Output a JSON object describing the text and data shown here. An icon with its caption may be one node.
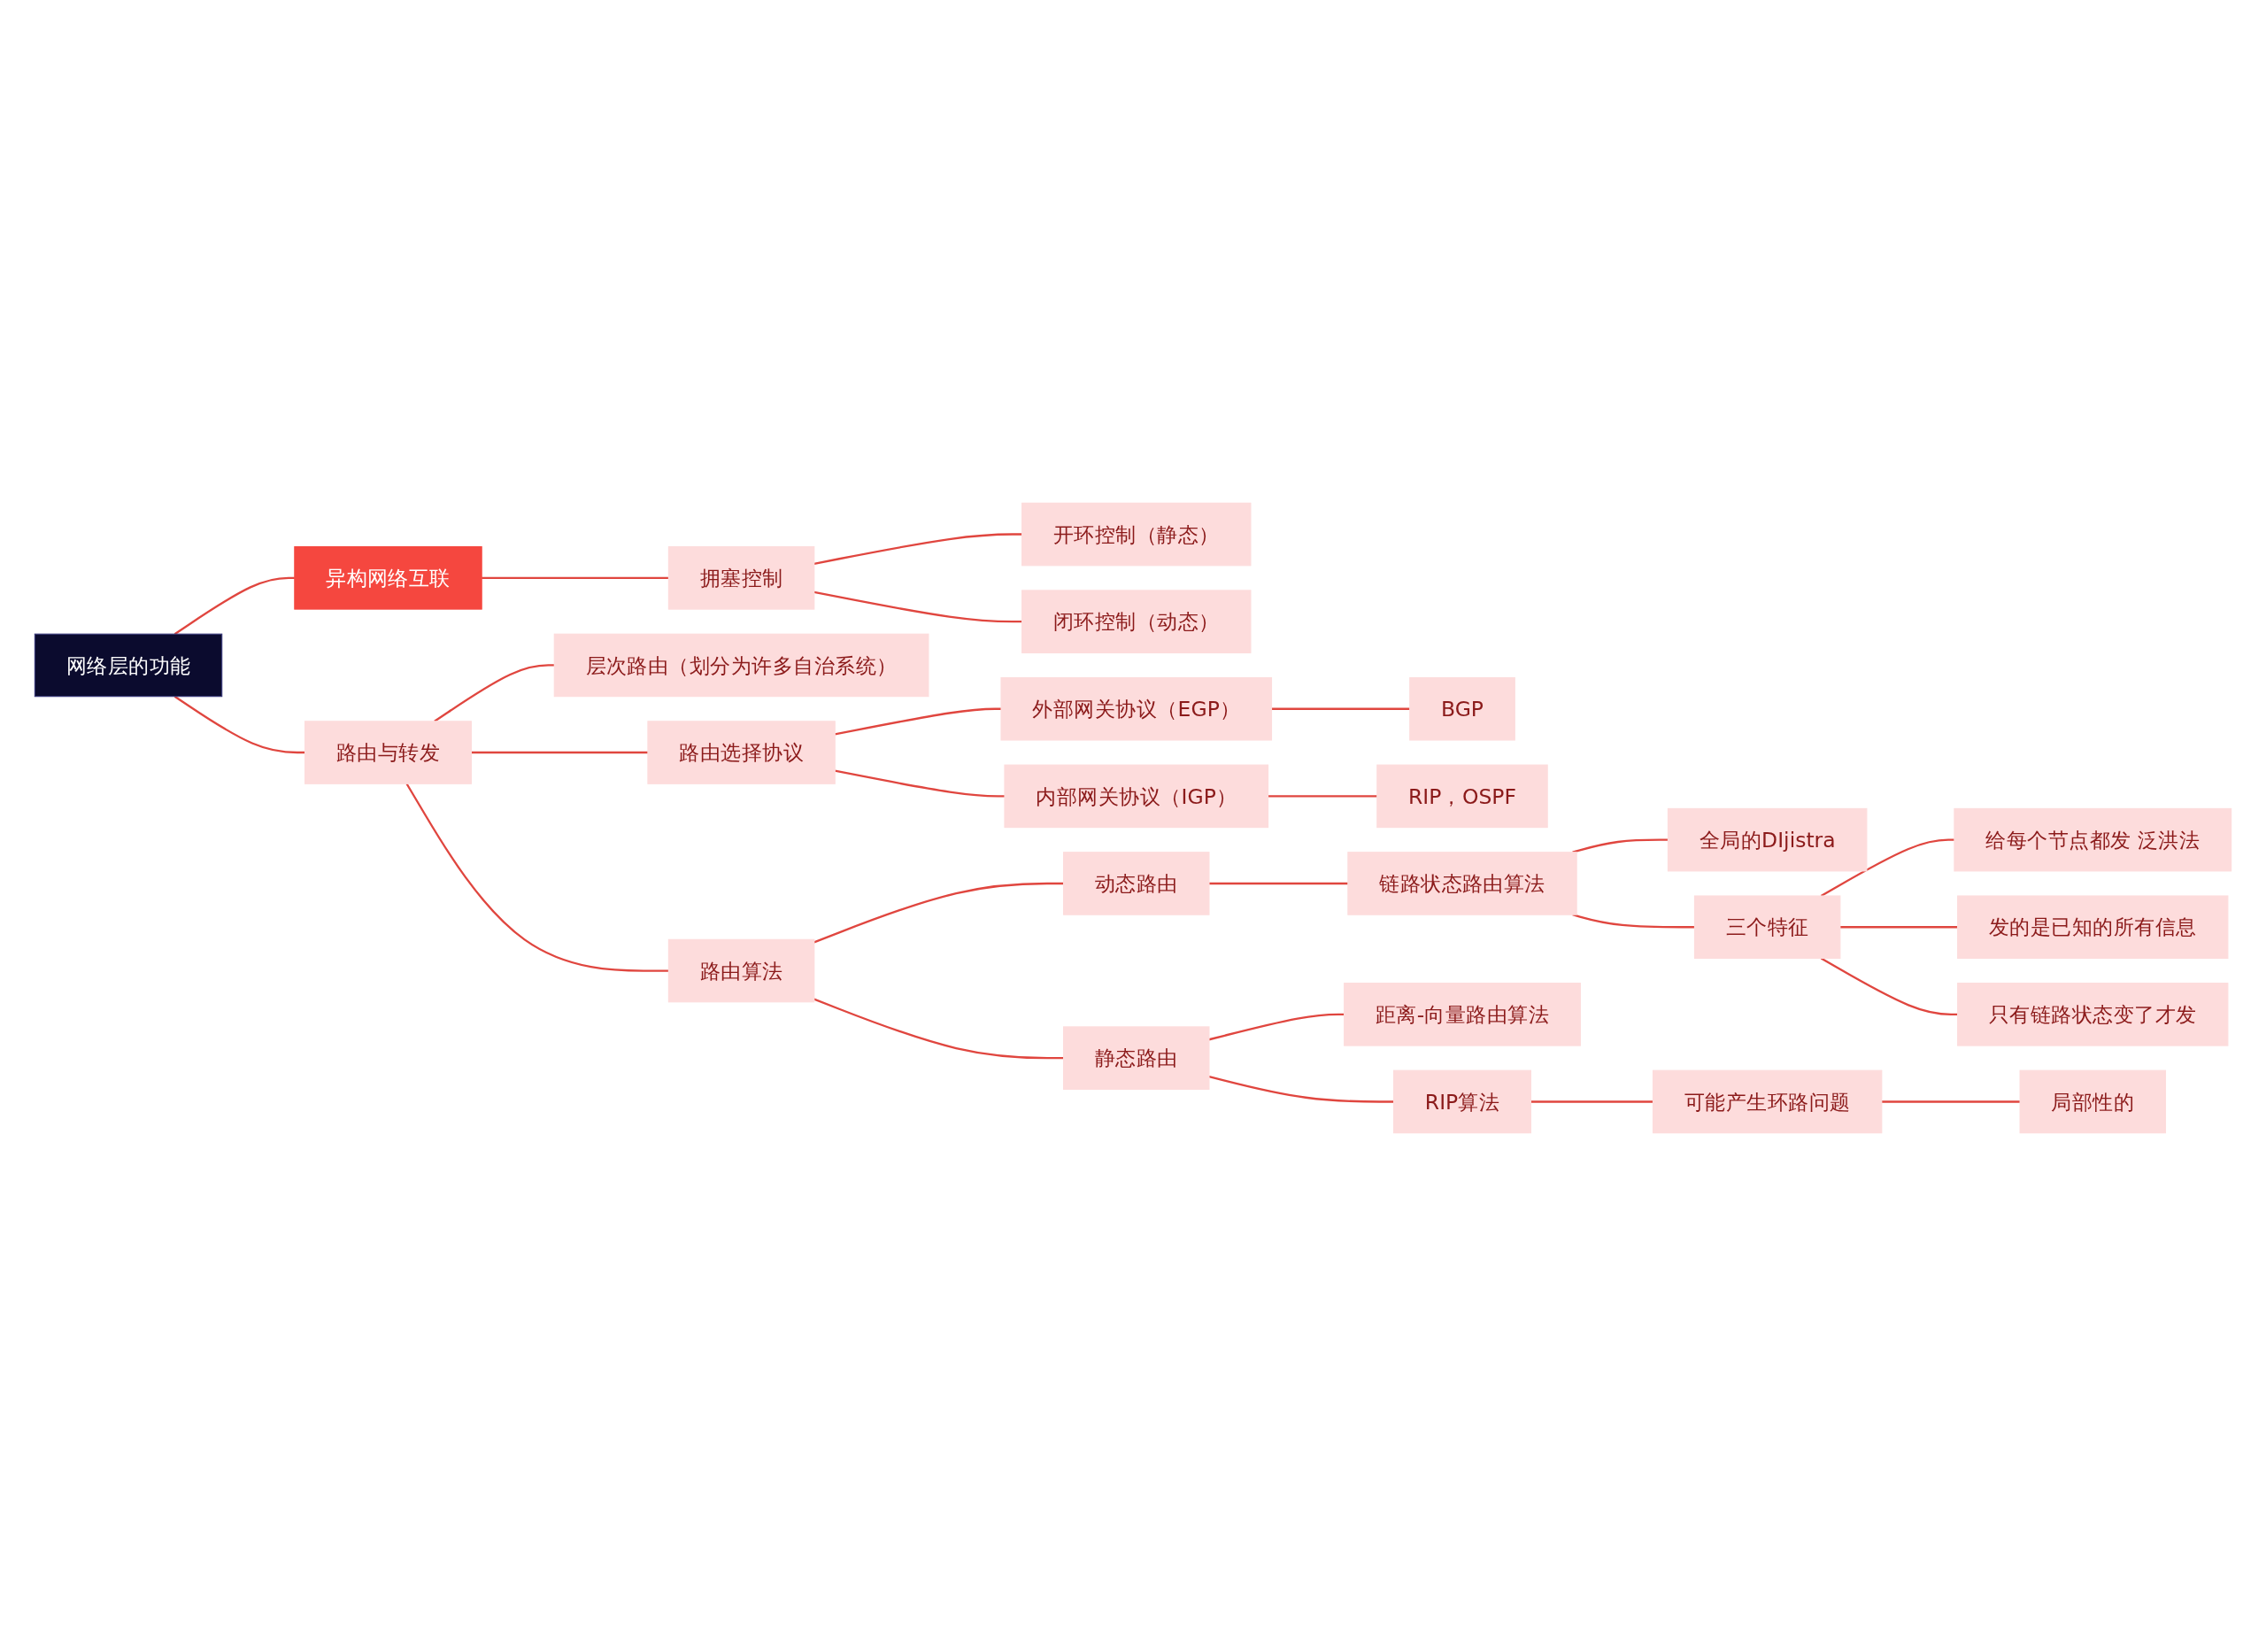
{
  "diagram": {
    "nodes": [
      {
        "text": [
          "网络层的功能"
        ]
      },
      {
        "text": [
          "异构网络互联"
        ]
      },
      {
        "text": [
          "拥塞控制"
        ]
      },
      {
        "text": [
          "开环控制（静态）"
        ]
      },
      {
        "text": [
          "闭环控制（动态）"
        ]
      },
      {
        "text": [
          "路由与转发"
        ]
      },
      {
        "text": [
          "层次路由（划分为许多自治系统）"
        ]
      },
      {
        "text": [
          "路由选择协议"
        ]
      },
      {
        "text": [
          "外部网关协议（EGP）"
        ]
      },
      {
        "text": [
          "BGP"
        ]
      },
      {
        "text": [
          "内部网关协议（IGP）"
        ]
      },
      {
        "text": [
          "RIP，OSPF"
        ]
      },
      {
        "text": [
          "路由算法"
        ]
      },
      {
        "text": [
          "动态路由"
        ]
      },
      {
        "text": [
          "链路状态路由算法"
        ]
      },
      {
        "text": [
          "全局的DIjistra"
        ]
      },
      {
        "text": [
          "三个特征"
        ]
      },
      {
        "text": [
          "给每个节点都发 泛洪法"
        ]
      },
      {
        "text": [
          "发的是已知的所有信息"
        ]
      },
      {
        "text": [
          "只有链路状态变了才发"
        ]
      },
      {
        "text": [
          "静态路由"
        ]
      },
      {
        "text": [
          "距离-向量路由算法"
        ]
      },
      {
        "text": [
          "RIP算法"
        ]
      },
      {
        "text": [
          "可能产生环路问题"
        ]
      },
      {
        "text": [
          "局部性的"
        ]
      }
    ],
    "edges": [
      {
        "from": 0,
        "to": 1,
        "arrow": "none"
      },
      {
        "from": 1,
        "to": 2,
        "arrow": "none"
      },
      {
        "from": 2,
        "to": 3,
        "arrow": "none"
      },
      {
        "from": 2,
        "to": 4,
        "arrow": "none"
      },
      {
        "from": 0,
        "to": 5,
        "arrow": "none"
      },
      {
        "from": 5,
        "to": 6,
        "arrow": "none"
      },
      {
        "from": 5,
        "to": 7,
        "arrow": "none"
      },
      {
        "from": 7,
        "to": 8,
        "arrow": "none"
      },
      {
        "from": 8,
        "to": 9,
        "arrow": "none"
      },
      {
        "from": 7,
        "to": 10,
        "arrow": "none"
      },
      {
        "from": 10,
        "to": 11,
        "arrow": "none"
      },
      {
        "from": 5,
        "to": 12,
        "arrow": "none"
      },
      {
        "from": 12,
        "to": 13,
        "arrow": "none"
      },
      {
        "from": 13,
        "to": 14,
        "arrow": "none"
      },
      {
        "from": 14,
        "to": 15,
        "arrow": "none"
      },
      {
        "from": 14,
        "to": 16,
        "arrow": "none"
      },
      {
        "from": 16,
        "to": 17,
        "arrow": "none"
      },
      {
        "from": 16,
        "to": 18,
        "arrow": "none"
      },
      {
        "from": 16,
        "to": 19,
        "arrow": "none"
      },
      {
        "from": 12,
        "to": 20,
        "arrow": "none"
      },
      {
        "from": 20,
        "to": 21,
        "arrow": "none"
      },
      {
        "from": 20,
        "to": 22,
        "arrow": "none"
      },
      {
        "from": 22,
        "to": 23,
        "arrow": "none"
      },
      {
        "from": 23,
        "to": 24,
        "arrow": "none"
      }
    ]
  }
}
